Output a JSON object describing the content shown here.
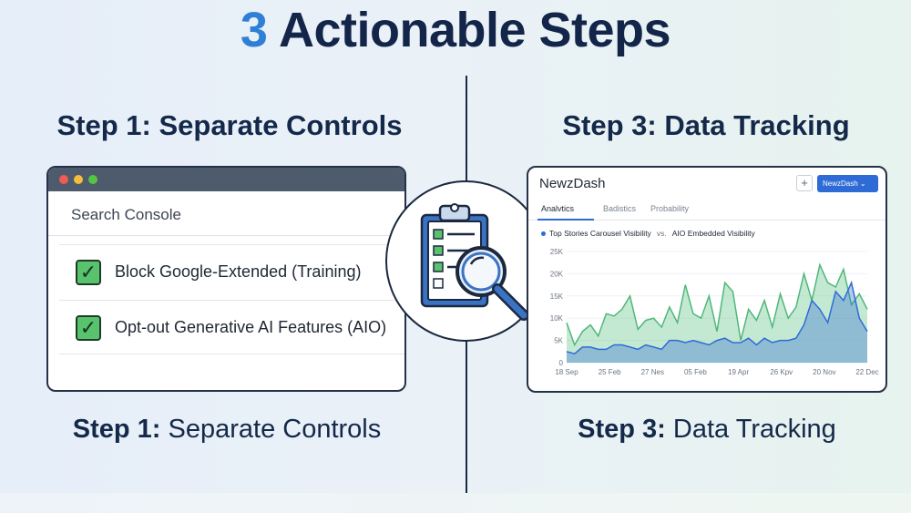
{
  "title": {
    "num": "3",
    "text": " Actionable Steps"
  },
  "left": {
    "heading": "Step 1: Separate Controls",
    "caption_bold": "Step 1:",
    "caption_rest": " Separate Controls",
    "window": {
      "title": "Search Console",
      "items": [
        {
          "label": "Block Google-Extended (Training)",
          "checked": true
        },
        {
          "label": "Opt-out Generative AI Features (AIO)",
          "checked": true
        }
      ]
    }
  },
  "right": {
    "heading": "Step 3: Data Tracking",
    "caption_bold": "Step 3:",
    "caption_rest": " Data Tracking",
    "dashboard": {
      "title": "NewzDash",
      "plus": "+",
      "button": "NewzDash ⌄",
      "tabs": [
        "Analvtics",
        "Badistics",
        "Probability"
      ],
      "legend_a": "Top Stories Carousel Visibility",
      "legend_vs": "vs.",
      "legend_b": "AIO Embedded Visibility"
    }
  },
  "chart_data": {
    "type": "area",
    "x_ticks": [
      "18 Sep",
      "25 Feb",
      "27 Nes",
      "05 Feb",
      "19 Apr",
      "26 Kpv",
      "20 Nov",
      "22 Dec"
    ],
    "y_ticks": [
      "0",
      "5K",
      "10K",
      "15K",
      "20K",
      "25K"
    ],
    "ylim": [
      0,
      25000
    ],
    "series": [
      {
        "name": "Top Stories Carousel Visibility",
        "color": "#7ccf9b",
        "values": [
          9000,
          4000,
          7000,
          8500,
          6000,
          11000,
          10500,
          12000,
          15000,
          7500,
          9500,
          10000,
          8000,
          12500,
          9000,
          17500,
          11000,
          10000,
          15000,
          7000,
          18000,
          16000,
          5000,
          12000,
          9500,
          14000,
          8000,
          15500,
          10000,
          12500,
          20000,
          14000,
          22000,
          18000,
          17000,
          21000,
          13000,
          15500,
          12000
        ]
      },
      {
        "name": "AIO Embedded Visibility",
        "color": "#2e6bd6",
        "values": [
          2500,
          2000,
          3500,
          3500,
          3000,
          3000,
          4000,
          4000,
          3500,
          3000,
          4000,
          3500,
          3000,
          5000,
          5000,
          4500,
          5000,
          4500,
          4000,
          5000,
          5500,
          4500,
          4500,
          5500,
          4000,
          5500,
          4500,
          5000,
          5000,
          5500,
          8500,
          14000,
          12000,
          9000,
          16000,
          14000,
          18000,
          10000,
          7000
        ]
      }
    ]
  }
}
